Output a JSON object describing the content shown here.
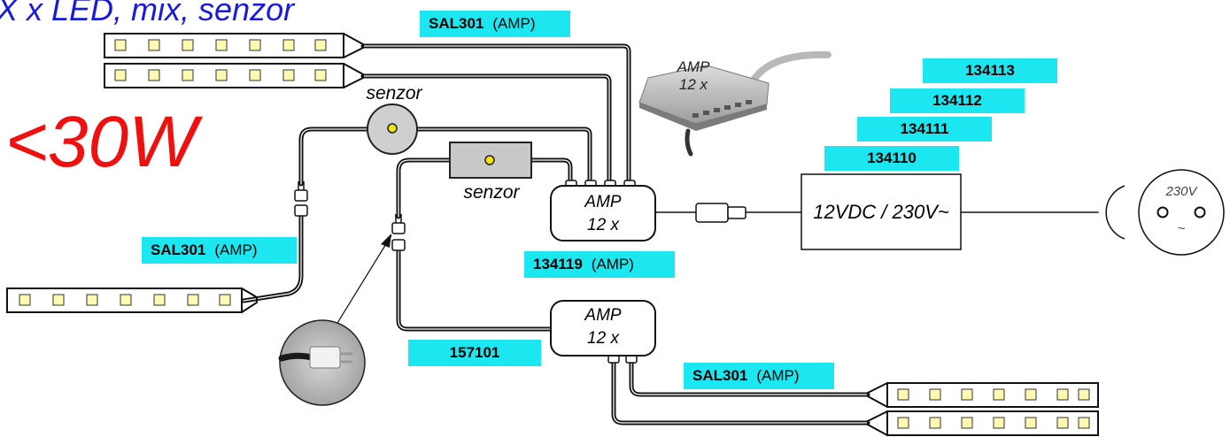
{
  "title": "X x LED, mix, senzor",
  "power_limit": "<30W",
  "amp_photo": {
    "line1": "AMP",
    "line2": "12 x"
  },
  "amp_box_top": {
    "line1": "AMP",
    "line2": "12 x"
  },
  "amp_box_bottom": {
    "line1": "AMP",
    "line2": "12 x"
  },
  "psu": {
    "label": "12VDC / 230V~"
  },
  "socket": {
    "voltage": "230V",
    "symbol": "~"
  },
  "sensor_top": {
    "label": "senzor"
  },
  "sensor_middle": {
    "label": "senzor"
  },
  "tags": {
    "sal301_top": {
      "code": "SAL301",
      "suffix": "(AMP)"
    },
    "sal301_left": {
      "code": "SAL301",
      "suffix": "(AMP)"
    },
    "sal301_bottom": {
      "code": "SAL301",
      "suffix": "(AMP)"
    },
    "hub_134119": {
      "code": "134119",
      "suffix": "(AMP)"
    },
    "cable_157101": {
      "code": "157101"
    },
    "psu_134110": {
      "code": "134110"
    },
    "psu_134111": {
      "code": "134111"
    },
    "psu_134112": {
      "code": "134112"
    },
    "psu_134113": {
      "code": "134113"
    }
  },
  "colors": {
    "title": "#1a1adc",
    "power_limit": "#f01010",
    "tag_background": "#1ce6f0",
    "led_cell": "#fff8b0"
  }
}
